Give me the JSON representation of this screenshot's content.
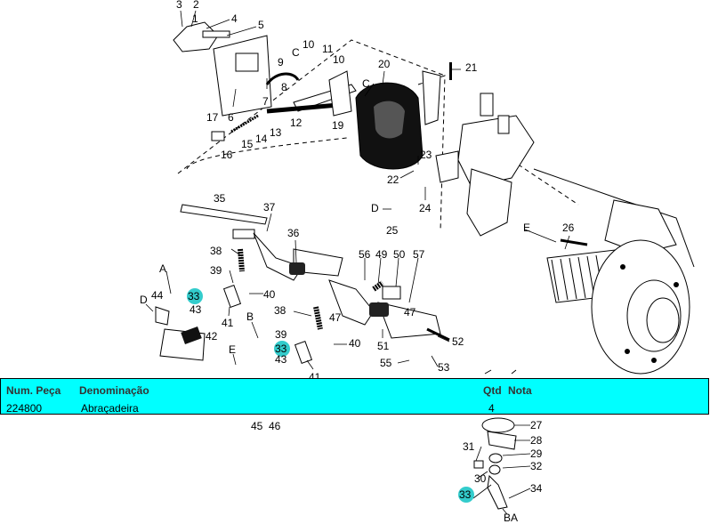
{
  "callouts": {
    "c1": "1",
    "c2": "2",
    "c3": "3",
    "c4": "4",
    "c5": "5",
    "c6": "6",
    "c7": "7",
    "c8": "8",
    "c9": "9",
    "c10a": "10",
    "c10b": "10",
    "c11": "11",
    "c12": "12",
    "c13": "13",
    "c14": "14",
    "c15": "15",
    "c16": "16",
    "c17": "17",
    "c19": "19",
    "c20": "20",
    "c21": "21",
    "c22": "22",
    "c23": "23",
    "c24": "24",
    "c25": "25",
    "c26": "26",
    "c27": "27",
    "c28": "28",
    "c29": "29",
    "c30": "30",
    "c31": "31",
    "c32": "32",
    "c34": "34",
    "c35": "35",
    "c36": "36",
    "c37": "37",
    "c38a": "38",
    "c38b": "38",
    "c39a": "39",
    "c39b": "39",
    "c40a": "40",
    "c40b": "40",
    "c41a": "41",
    "c41b": "41",
    "c42": "42",
    "c43a": "43",
    "c43b": "43",
    "c44": "44",
    "c45": "45",
    "c46": "46",
    "c47a": "47",
    "c47b": "47",
    "c49": "49",
    "c50": "50",
    "c51": "51",
    "c52": "52",
    "c53": "53",
    "c55": "55",
    "c56": "56",
    "c57": "57",
    "cC1": "C",
    "cC2": "C",
    "cD1": "D",
    "cD2": "D",
    "cE1": "E",
    "cE2": "E",
    "cA": "A",
    "cB": "B",
    "cBA": "BA"
  },
  "highlight_label": "33",
  "tooltip": {
    "col_num": "Num. Peça",
    "col_name": "Denominação",
    "col_qty": "Qtd",
    "col_note": "Nota",
    "row_num": "224800",
    "row_name": "Abraçadeira",
    "row_qty": "4"
  }
}
